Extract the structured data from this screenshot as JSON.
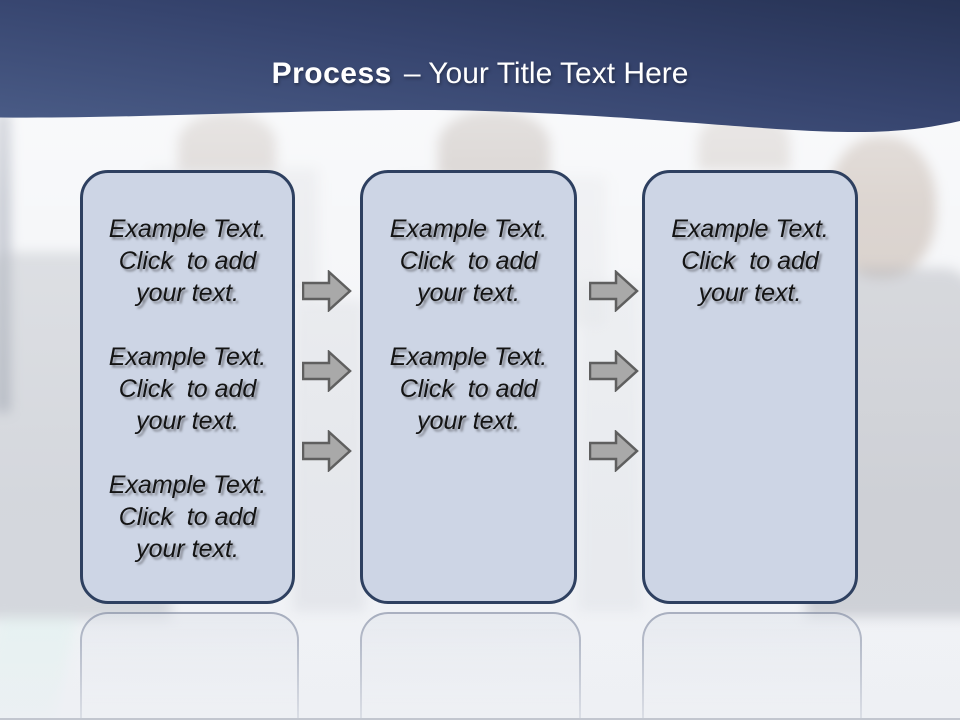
{
  "title": {
    "bold": "Process",
    "rest": "– Your Title Text Here"
  },
  "boxes": [
    {
      "name": "step-1",
      "paragraphs": [
        {
          "lines": [
            "Example Text.",
            "Click  to add",
            "your text."
          ]
        },
        {
          "lines": [
            "Example Text.",
            "Click  to add",
            "your text."
          ]
        },
        {
          "lines": [
            "Example Text.",
            "Click  to add",
            "your text."
          ]
        }
      ]
    },
    {
      "name": "step-2",
      "paragraphs": [
        {
          "lines": [
            "Example Text.",
            "Click  to add",
            "your text."
          ]
        },
        {
          "lines": [
            "Example Text.",
            "Click  to add",
            "your text."
          ]
        }
      ]
    },
    {
      "name": "step-3",
      "paragraphs": [
        {
          "lines": [
            "Example Text.",
            "Click  to add",
            "your text."
          ]
        }
      ]
    }
  ],
  "arrows": {
    "between_step_1_and_2": 3,
    "between_step_2_and_3": 3,
    "direction": "right"
  },
  "colors": {
    "header_navy_light": "#4b5d88",
    "header_navy_dark": "#273355",
    "box_fill": "#cdd5e5",
    "box_border": "#2e4060",
    "arrow_fill": "#a9a9a9",
    "arrow_stroke": "#5f5f5f",
    "title_text": "#ffffff",
    "body_text": "#141414"
  }
}
